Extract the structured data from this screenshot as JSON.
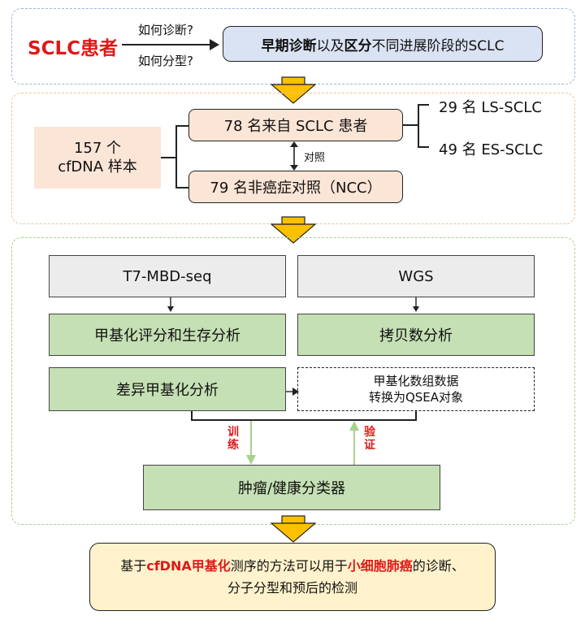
{
  "panel1": {
    "patient_label": "SCLC患者",
    "question_diagnose": "如何诊断?",
    "question_classify": "如何分型?",
    "goal": {
      "part1": "早期诊断",
      "part2": "以及",
      "part3": "区分",
      "part4": "不同进展阶段的SCLC"
    }
  },
  "panel2": {
    "samples_line1": "157 个",
    "samples_line2": "cfDNA 样本",
    "sclc_patients": "78 名来自 SCLC 患者",
    "control_label": "对照",
    "ncc": "79 名非癌症对照（NCC）",
    "ls_sclc": "29 名 LS-SCLC",
    "es_sclc": "49 名 ES-SCLC"
  },
  "panel3": {
    "t7": "T7-MBD-seq",
    "wgs": "WGS",
    "methylation_score": "甲基化评分和生存分析",
    "copy_number": "拷贝数分析",
    "diff_methylation": "差异甲基化分析",
    "qsea_line1": "甲基化数组数据",
    "qsea_line2": "转换为QSEA对象",
    "train": "训练",
    "validate": "验证",
    "classifier": "肿瘤/健康分类器"
  },
  "conclusion": {
    "p1": "基于",
    "p2": "cfDNA甲基化",
    "p3": "测序的方法可以用于",
    "p4": "小细胞肺癌",
    "p5": "的诊断、",
    "line2": "分子分型和预后的检测"
  },
  "colors": {
    "panel1_border": "#9bb7dd",
    "panel2_border": "#f2c09a",
    "panel3_border": "#a9d18e",
    "peach_box": "#fbe5d6",
    "green_box": "#c5e0b4",
    "grey_box": "#ececec",
    "goal_box": "#dae3f3",
    "conclusion_box": "#fff2cc",
    "highlight_red": "#e01818",
    "arrow_yellow": "#ffc000"
  }
}
